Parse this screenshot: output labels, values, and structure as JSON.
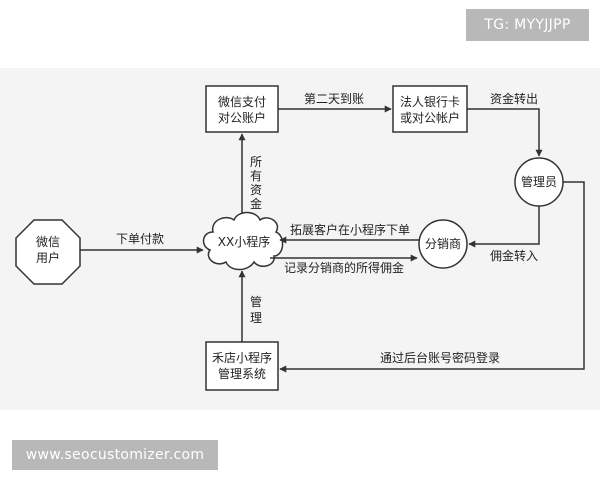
{
  "watermarks": {
    "top_right": "TG: MYYJJPP",
    "bottom_left": "www.seocustomizer.com"
  },
  "nodes": {
    "wechat_user": [
      "微信",
      "用户"
    ],
    "mini_program": "XX小程序",
    "wechat_pay": [
      "微信支付",
      "对公账户"
    ],
    "bank_card": [
      "法人银行卡",
      "或对公帐户"
    ],
    "admin": "管理员",
    "distributor": "分销商",
    "backend": [
      "禾店小程序",
      "管理系统"
    ]
  },
  "edges": {
    "order_payment": "下单付款",
    "all_funds": [
      "所",
      "有",
      "资",
      "金"
    ],
    "next_day": "第二天到账",
    "fund_out": "资金转出",
    "commission_in": "佣金转入",
    "expand_customers": "拓展客户在小程序下单",
    "record_commission": "记录分销商的所得佣金",
    "manage": [
      "管",
      "理"
    ],
    "backend_login": "通过后台账号密码登录"
  },
  "colors": {
    "stroke": "#333333",
    "background": "#f4f4f4",
    "badge": "#b8b8b8"
  }
}
